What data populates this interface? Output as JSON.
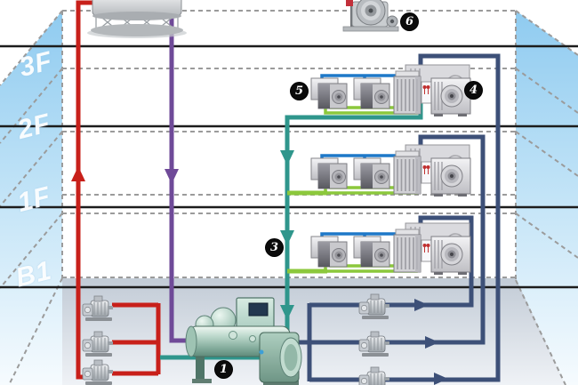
{
  "floors": {
    "labels": [
      "3F",
      "2F",
      "1F",
      "B1"
    ]
  },
  "callouts": [
    {
      "num": "1",
      "name": "water-cooled-chiller"
    },
    {
      "num": "3",
      "name": "chilled-water-riser"
    },
    {
      "num": "4",
      "name": "air-handling-unit"
    },
    {
      "num": "5",
      "name": "fan-coil-units"
    },
    {
      "num": "6",
      "name": "rooftop-fan"
    }
  ],
  "pipes": {
    "condenser_supply_color": "#c8201a",
    "condenser_return_color": "#6f4a98",
    "chilled_return_color": "#2f968c",
    "chilled_supply_color": "#3d5078",
    "coil_supply_color": "#1e78c8",
    "coil_return_color": "#8cc83c"
  },
  "equipment": [
    "cooling-tower",
    "rooftop-fan",
    "fan-coil-unit",
    "air-handling-unit",
    "water-cooled-chiller",
    "pump"
  ]
}
